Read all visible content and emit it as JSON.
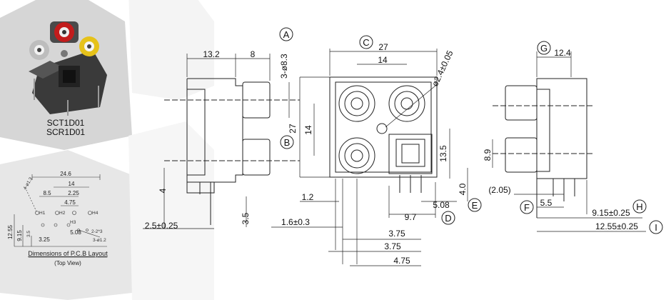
{
  "product": {
    "models": [
      "SCT1D01",
      "SCR1D01"
    ]
  },
  "pcb_layout": {
    "title": "Dimensions of P.C.B Layout",
    "subtitle": "(Top View)",
    "dims": [
      "24.6",
      "14",
      "8.5",
      "2.25",
      "4.75",
      "12.55",
      "9.15",
      "3.25",
      "5.08",
      "2-2*3",
      "3-ø1.2",
      "3.5",
      "4-ø1.3"
    ],
    "pin_labels": [
      "H1",
      "H2",
      "H3",
      "H4"
    ]
  },
  "markers": [
    "A",
    "B",
    "C",
    "D",
    "E",
    "F",
    "G",
    "H",
    "I"
  ],
  "side_view": {
    "dims": [
      "13.2",
      "8",
      "3-ø8.3",
      "4",
      "2.5±0.25",
      "3.5"
    ]
  },
  "front_view": {
    "dims": [
      "27",
      "14",
      "ø2.4±0.05",
      "27",
      "14",
      "13.5",
      "1.2",
      "1.6±0.3",
      "9.7",
      "5.08",
      "4.0",
      "3.75",
      "3.75",
      "4.75"
    ]
  },
  "right_view": {
    "dims": [
      "12.4",
      "8.9",
      "(2.05)",
      "5.5",
      "9.15±0.25",
      "12.55±0.25"
    ]
  }
}
